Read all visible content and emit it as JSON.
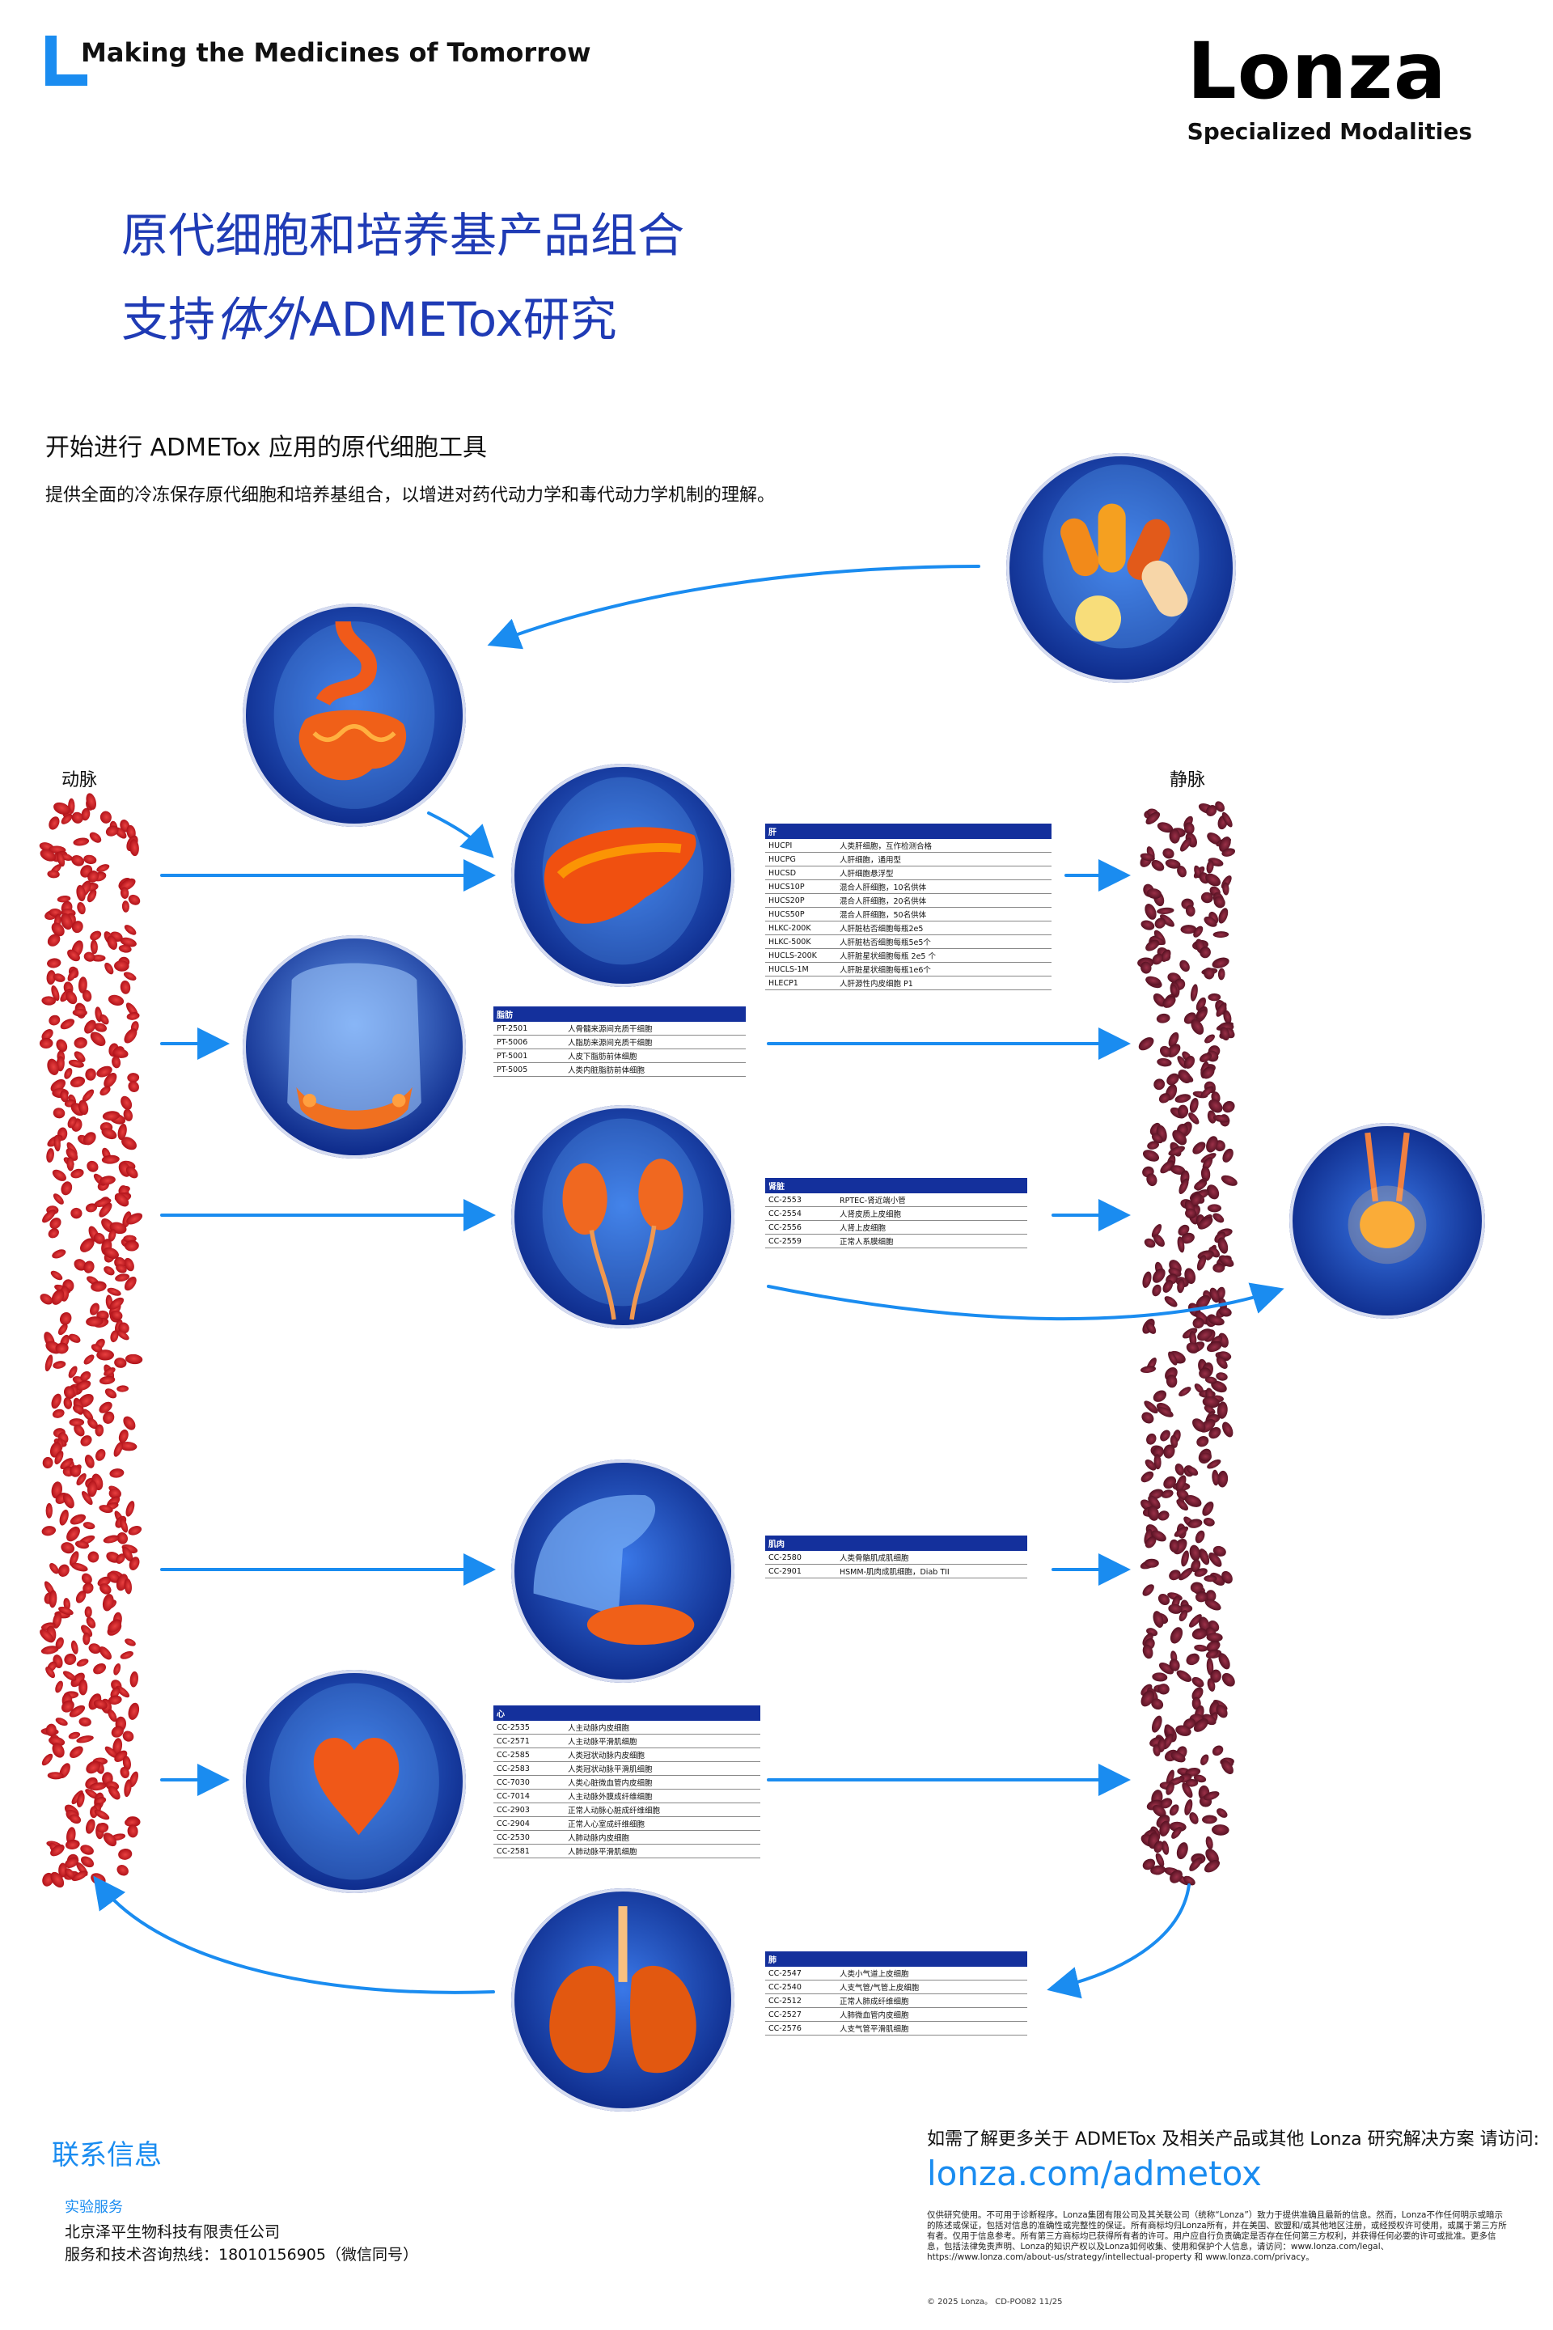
{
  "header": {
    "tagline": "Making the Medicines of Tomorrow",
    "brand": "Lonza",
    "brand_sub": "Specialized Modalities"
  },
  "title": {
    "line1": "原代细胞和培养基产品组合",
    "line2_prefix": "支持",
    "line2_italic": "体外",
    "line2_suffix": "ADMETox研究"
  },
  "intro": {
    "heading": "开始进行 ADMETox 应用的原代细胞工具",
    "body": "提供全面的冷冻保存原代细胞和培养基组合，以增进对药代动力学和毒代动力学机制的理解。"
  },
  "vessels": {
    "artery": "动脉",
    "vein": "静脉"
  },
  "colors": {
    "accent": "#1a8cf0",
    "title": "#1f3bb5",
    "table_header": "#14309c",
    "artery": "#c8141e",
    "vein": "#6a1428"
  },
  "icons": [
    "lonza-l-icon",
    "pills-icon",
    "stomach-icon",
    "liver-icon",
    "adipose-icon",
    "kidney-icon",
    "bladder-icon",
    "muscle-icon",
    "heart-icon",
    "lung-icon"
  ],
  "tables": {
    "liver": {
      "title": "肝",
      "rows": [
        [
          "HUCPI",
          "人类肝细胞，互作检测合格"
        ],
        [
          "HUCPG",
          "人肝细胞，通用型"
        ],
        [
          "HUCSD",
          "人肝细胞悬浮型"
        ],
        [
          "HUCS10P",
          "混合人肝细胞，10名供体"
        ],
        [
          "HUCS20P",
          "混合人肝细胞，20名供体"
        ],
        [
          "HUCS50P",
          "混合人肝细胞，50名供体"
        ],
        [
          "HLKC-200K",
          "人肝脏枯否细胞每瓶2e5"
        ],
        [
          "HLKC-500K",
          "人肝脏枯否细胞每瓶5e5个"
        ],
        [
          "HUCLS-200K",
          "人肝脏星状细胞每瓶 2e5 个"
        ],
        [
          "HUCLS-1M",
          "人肝脏星状细胞每瓶1e6个"
        ],
        [
          "HLECP1",
          "人肝源性内皮细胞 P1"
        ]
      ]
    },
    "adipose": {
      "title": "脂肪",
      "rows": [
        [
          "PT-2501",
          "人骨髓来源间充质干细胞"
        ],
        [
          "PT-5006",
          "人脂肪来源间充质干细胞"
        ],
        [
          "PT-5001",
          "人皮下脂肪前体细胞"
        ],
        [
          "PT-5005",
          "人类内脏脂肪前体细胞"
        ]
      ]
    },
    "kidney": {
      "title": "肾脏",
      "rows": [
        [
          "CC-2553",
          "RPTEC-肾近端小管"
        ],
        [
          "CC-2554",
          "人肾皮质上皮细胞"
        ],
        [
          "CC-2556",
          "人肾上皮细胞"
        ],
        [
          "CC-2559",
          "正常人系膜细胞"
        ]
      ]
    },
    "muscle": {
      "title": "肌肉",
      "rows": [
        [
          "CC-2580",
          "人类骨骼肌成肌细胞"
        ],
        [
          "CC-2901",
          "HSMM-肌肉成肌细胞，Diab TII"
        ]
      ]
    },
    "heart": {
      "title": "心",
      "rows": [
        [
          "CC-2535",
          "人主动脉内皮细胞"
        ],
        [
          "CC-2571",
          "人主动脉平滑肌细胞"
        ],
        [
          "CC-2585",
          "人类冠状动脉内皮细胞"
        ],
        [
          "CC-2583",
          "人类冠状动脉平滑肌细胞"
        ],
        [
          "CC-7030",
          "人类心脏微血管内皮细胞"
        ],
        [
          "CC-7014",
          "人主动脉外膜成纤维细胞"
        ],
        [
          "CC-2903",
          "正常人动脉心脏成纤维细胞"
        ],
        [
          "CC-2904",
          "正常人心室成纤维细胞"
        ],
        [
          "CC-2530",
          "人肺动脉内皮细胞"
        ],
        [
          "CC-2581",
          "人肺动脉平滑肌细胞"
        ]
      ]
    },
    "lung": {
      "title": "肺",
      "rows": [
        [
          "CC-2547",
          "人类小气道上皮细胞"
        ],
        [
          "CC-2540",
          "人支气管/气管上皮细胞"
        ],
        [
          "CC-2512",
          "正常人肺成纤维细胞"
        ],
        [
          "CC-2527",
          "人肺微血管内皮细胞"
        ],
        [
          "CC-2576",
          "人支气管平滑肌细胞"
        ]
      ]
    }
  },
  "contact": {
    "heading": "联系信息",
    "service": "实验服务",
    "company": "北京泽平生物科技有限责任公司",
    "hotline": "服务和技术咨询热线：18010156905（微信同号）"
  },
  "more": {
    "text": "如需了解更多关于 ADMETox 及相关产品或其他 Lonza 研究解决方案 请访问:",
    "url": "lonza.com/admetox"
  },
  "legal": "仅供研究使用。不可用于诊断程序。Lonza集团有限公司及其关联公司（统称“Lonza”）致力于提供准确且最新的信息。然而，Lonza不作任何明示或暗示的陈述或保证，包括对信息的准确性或完整性的保证。所有商标均归Lonza所有，并在美国、欧盟和/或其他地区注册，或经授权许可使用，或属于第三方所有者。仅用于信息参考。所有第三方商标均已获得所有者的许可。用户应自行负责确定是否存在任何第三方权利，并获得任何必要的许可或批准。更多信息，包括法律免责声明、Lonza的知识产权以及Lonza如何收集、使用和保护个人信息，请访问：www.lonza.com/legal、https://www.lonza.com/about-us/strategy/intellectual-property 和 www.lonza.com/privacy。",
  "footer": "© 2025 Lonza。 CD-PO082 11/25"
}
